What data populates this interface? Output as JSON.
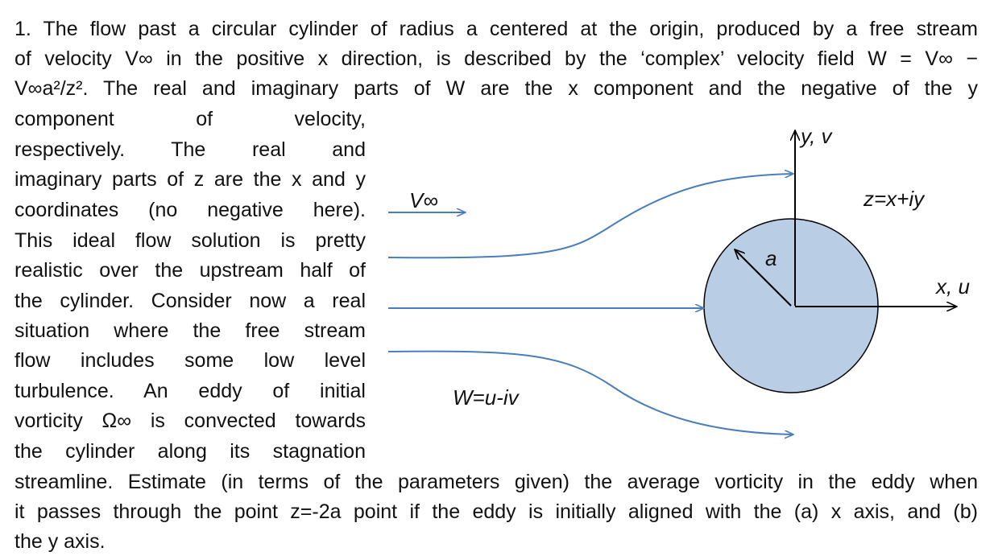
{
  "problem": {
    "lines": [
      "1. The flow past a circular cylinder of radius a centered at the origin, produced by a free stream",
      "of velocity V∞ in the positive x direction, is described by the ‘complex’ velocity field W = V∞ −",
      "V∞a²/z². The real and imaginary parts of W are the x component and the negative of the y",
      "component of velocity,",
      "respectively. The real and",
      "imaginary parts of z are the x and y",
      "coordinates (no negative here).",
      "This ideal flow solution is pretty",
      "realistic over the upstream half of",
      "the cylinder. Consider now a real",
      "situation where the free stream",
      "flow includes some low level",
      "turbulence. An eddy of initial",
      "vorticity Ω∞ is convected towards",
      "the cylinder along its stagnation",
      "streamline. Estimate (in terms of the parameters given) the average vorticity in the eddy when",
      "it passes through the point z=-2a point if the eddy is initially aligned with the (a) x axis, and (b)",
      "the y axis."
    ]
  },
  "diagram": {
    "label_freestream": "V∞",
    "label_yaxis": "y, v",
    "label_xaxis": "x, u",
    "label_zplane": "z=x+iy",
    "label_radius": "a",
    "label_wfield": "W=u-iv",
    "colors": {
      "cylinder_fill": "#b9cde5",
      "streamline": "#4a7ebb",
      "axis": "#000000"
    }
  }
}
